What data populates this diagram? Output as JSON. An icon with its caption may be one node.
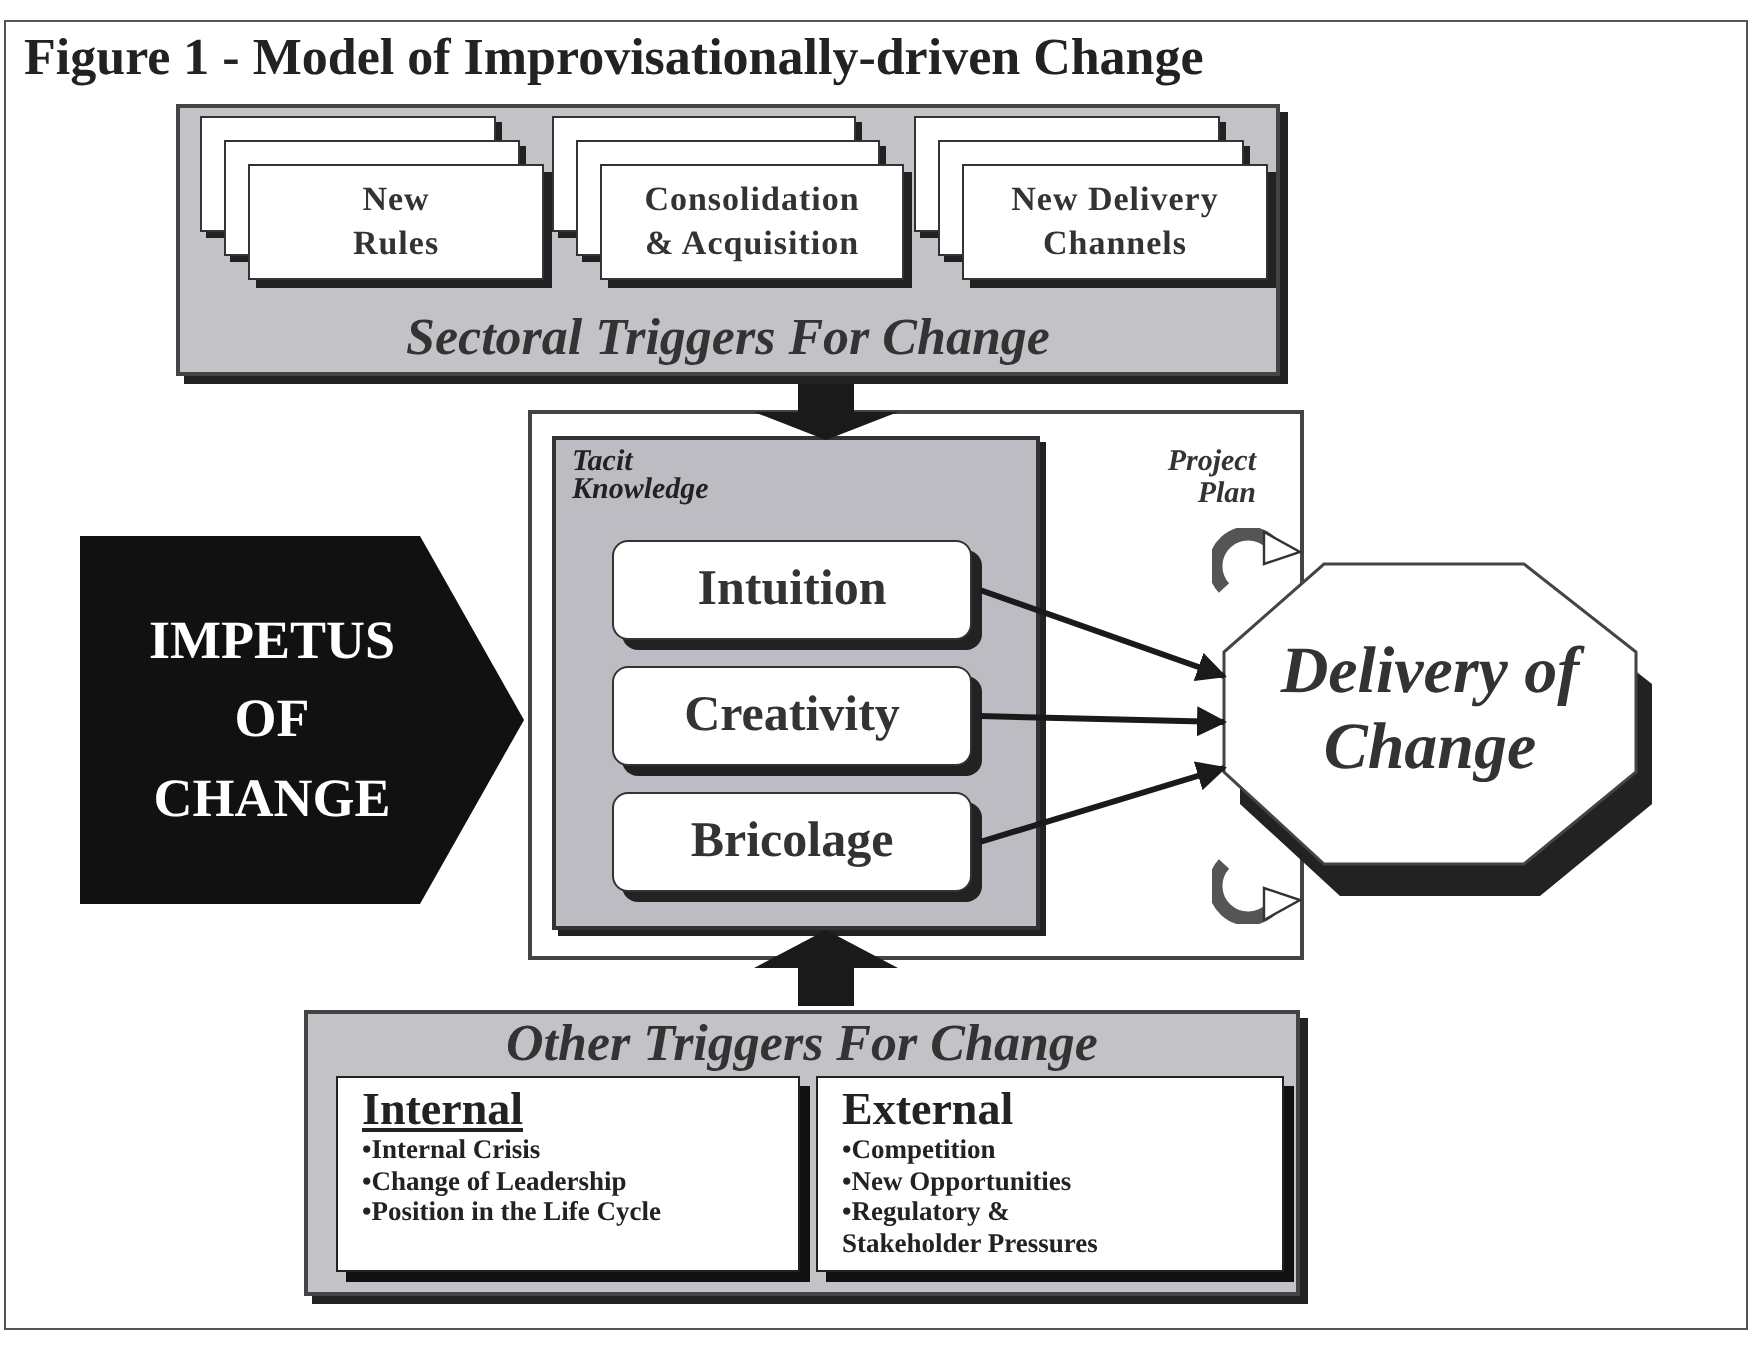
{
  "diagram": {
    "title": "Figure 1 - Model of Improvisationally-driven Change",
    "nodes": [
      {
        "text": [
          "Sectoral Triggers For Change"
        ]
      },
      {
        "text": [
          "New Rules"
        ],
        "in": 0
      },
      {
        "text": [
          "Consolidation & Acquisition"
        ],
        "in": 0
      },
      {
        "text": [
          "New Delivery Channels"
        ],
        "in": 0
      },
      {
        "text": [],
        "shape": "box"
      },
      {
        "text": [
          "Tacit Knowledge"
        ],
        "in": 4
      },
      {
        "text": [
          "Intuition"
        ],
        "in": 5
      },
      {
        "text": [
          "Creativity"
        ],
        "in": 5
      },
      {
        "text": [
          "Bricolage"
        ],
        "in": 5
      },
      {
        "text": [
          "Delivery of Change"
        ],
        "beside": [
          "Project Plan"
        ]
      },
      {
        "text": [
          "IMPETUS OF CHANGE"
        ]
      },
      {
        "text": [
          "Other Triggers For Change"
        ]
      },
      {
        "text": [
          "Internal",
          "•Internal Crisis",
          "•Change of Leadership",
          "•Position in the Life Cycle"
        ],
        "in": 11
      },
      {
        "text": [
          "External",
          "•Competition",
          "•New Opportunities",
          "•Regulatory & Stakeholder Pressures"
        ],
        "in": 11
      }
    ],
    "edges": [
      {
        "from": 0,
        "to": 5,
        "arrow": "to",
        "style": "thick"
      },
      {
        "from": 11,
        "to": 5,
        "arrow": "to",
        "style": "thick"
      },
      {
        "from": 6,
        "to": 9,
        "arrow": "to"
      },
      {
        "from": 7,
        "to": 9,
        "arrow": "to"
      },
      {
        "from": 8,
        "to": 9,
        "arrow": "to"
      }
    ]
  }
}
